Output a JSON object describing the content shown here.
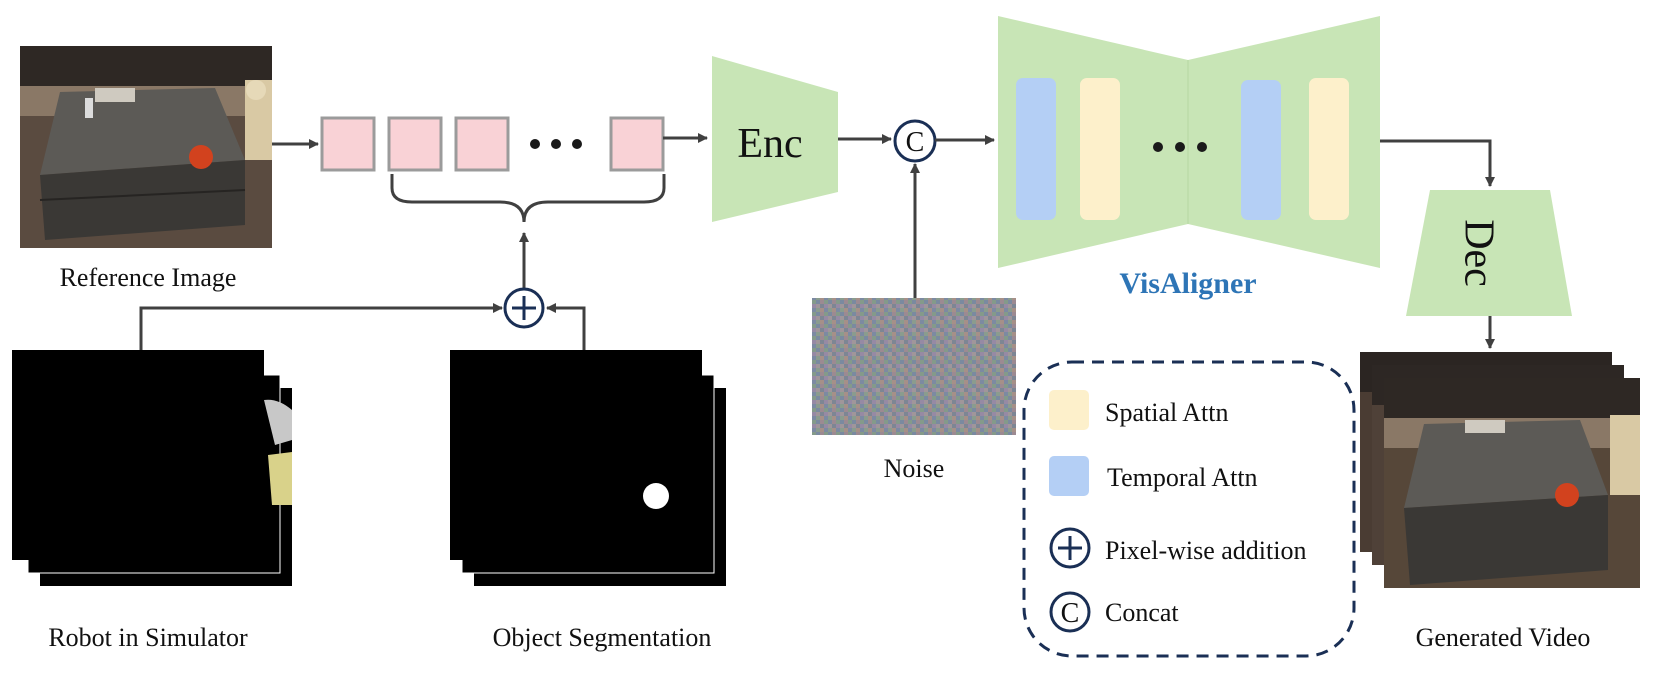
{
  "labels": {
    "reference_image": "Reference Image",
    "robot_in_simulator": "Robot in Simulator",
    "object_segmentation": "Object Segmentation",
    "noise": "Noise",
    "generated_video": "Generated Video",
    "enc": "Enc",
    "dec": "Dec",
    "visaligner": "VisAligner",
    "concat_symbol": "C"
  },
  "legend": {
    "items": [
      {
        "label": "Spatial Attn",
        "swatch": "#fdf0cb"
      },
      {
        "label": "Temporal Attn",
        "swatch": "#b4cff5"
      },
      {
        "label": "Pixel-wise addition",
        "symbol": "plus"
      },
      {
        "label": "Concat",
        "symbol": "C"
      }
    ]
  },
  "colors": {
    "encoder_green": "#c8e5b6",
    "token_pink": "#f9d2d6",
    "token_border": "#9b9b9b",
    "spatial_attn": "#fdf0cb",
    "temporal_attn": "#b4cff5",
    "visaligner_text": "#2e75b6",
    "arrow": "#404040",
    "legend_border": "#1a2f55"
  }
}
